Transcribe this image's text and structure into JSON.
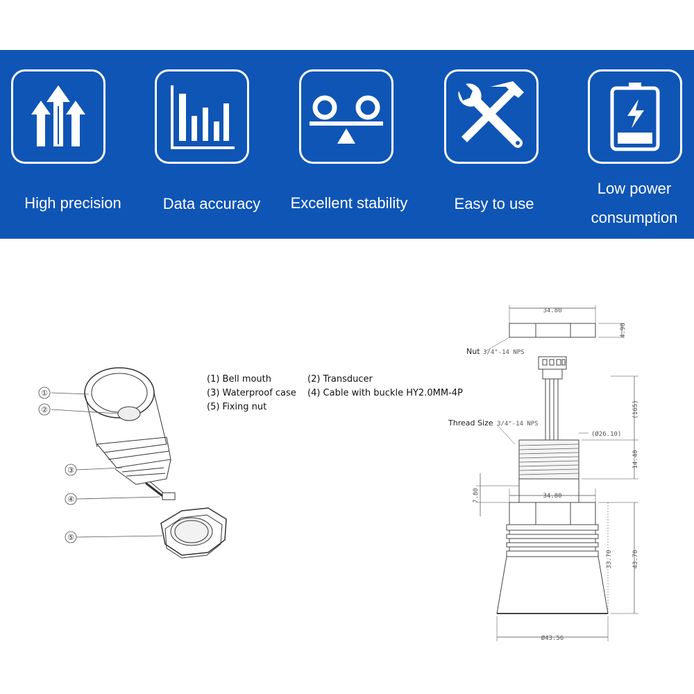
{
  "banner": {
    "features": [
      {
        "label": "High precision",
        "icon": "arrows-up-icon"
      },
      {
        "label": "Data accuracy",
        "icon": "bar-chart-icon"
      },
      {
        "label": "Excellent stability",
        "icon": "balance-icon"
      },
      {
        "label": "Easy to use",
        "icon": "wrench-hammer-icon"
      },
      {
        "label_line1": "Low power",
        "label_line2": "consumption",
        "icon": "battery-icon"
      }
    ],
    "background_color": "#0f55b5"
  },
  "exploded_view": {
    "callouts": [
      "①",
      "②",
      "③",
      "④",
      "⑤"
    ]
  },
  "legend": {
    "items": [
      "(1) Bell mouth",
      "(2) Transducer",
      "(3) Waterproof case",
      "(4) Cable with buckle HY2.0MM-4P",
      "(5) Fixing nut"
    ]
  },
  "drawing": {
    "nut_width": "34.80",
    "nut_height": "4.90",
    "nut_label": "Nut",
    "nut_thread": "3/4\"-14  NPS",
    "cable_length": "(165)",
    "thread_size_label": "Thread Size",
    "thread_spec": "3/4\"-14  NPS",
    "thread_diameter": "(Ø26.10)",
    "thread_length": "14.40",
    "hex_width": "34.80",
    "hex_height": "7.80",
    "body_length_1": "33.70",
    "body_length_2": "43.70",
    "mouth_diameter": "Ø43.56"
  }
}
